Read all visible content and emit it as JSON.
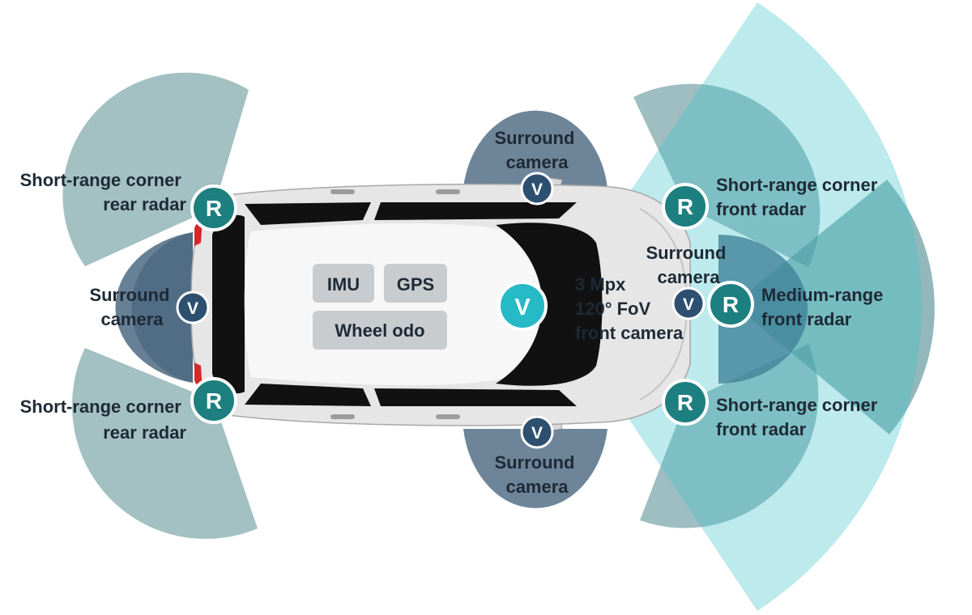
{
  "colors": {
    "radar_zone": "#7fa7ab",
    "camera_zone": "#4e6a82",
    "front_cone": "#3fc4cc",
    "radar_badge": "#1d7f80",
    "camera_badge": "#2e5070",
    "front_camera_badge": "#26b9c6",
    "text": "#1e2a36",
    "car_body": "#e6e6e6",
    "glass": "#111111",
    "tail_light": "#d42a2a",
    "chip": "#c9cccf"
  },
  "badges": {
    "radar_letter": "R",
    "camera_letter": "V"
  },
  "labels": {
    "rear_radar_left_top": {
      "line1": "Short-range corner",
      "line2": "rear radar"
    },
    "rear_radar_left_bottom": {
      "line1": "Short-range corner",
      "line2": "rear radar"
    },
    "rear_camera": {
      "line1": "Surround",
      "line2": "camera"
    },
    "top_camera": {
      "line1": "Surround",
      "line2": "camera"
    },
    "bottom_camera": {
      "line1": "Surround",
      "line2": "camera"
    },
    "front_camera": {
      "line1": "3 Mpx",
      "line2": "120° FoV",
      "line3": "front camera"
    },
    "front_surround_camera": {
      "line1": "Surround",
      "line2": "camera"
    },
    "front_radar_top": {
      "line1": "Short-range corner",
      "line2": "front radar"
    },
    "front_radar_bottom": {
      "line1": "Short-range corner",
      "line2": "front radar"
    },
    "medium_radar": {
      "line1": "Medium-range",
      "line2": "front radar"
    }
  },
  "onboard_sensors": {
    "imu": "IMU",
    "gps": "GPS",
    "wheel_odo": "Wheel odo"
  },
  "icons": {
    "radar": "radar-badge-icon",
    "camera": "camera-badge-icon",
    "vehicle": "car-top-view"
  }
}
